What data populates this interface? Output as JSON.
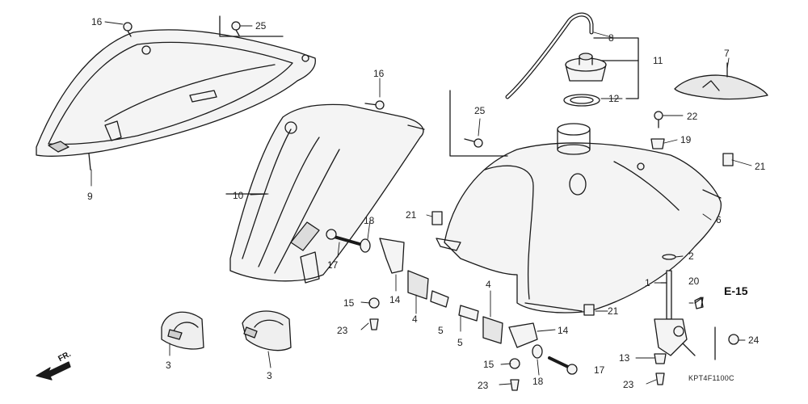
{
  "diagram": {
    "ref_label": "E-15",
    "drawing_code": "KPT4F1100C",
    "direction_label": "FR.",
    "callouts": {
      "c1": "1",
      "c2": "2",
      "c3a": "3",
      "c3b": "3",
      "c4a": "4",
      "c4b": "4",
      "c5a": "5",
      "c5b": "5",
      "c6": "6",
      "c7": "7",
      "c8": "8",
      "c9": "9",
      "c10": "10",
      "c11": "11",
      "c12": "12",
      "c13": "13",
      "c14a": "14",
      "c14b": "14",
      "c15a": "15",
      "c15b": "15",
      "c16a": "16",
      "c16b": "16",
      "c17a": "17",
      "c17b": "17",
      "c18a": "18",
      "c18b": "18",
      "c19": "19",
      "c20": "20",
      "c21a": "21",
      "c21b": "21",
      "c21c": "21",
      "c22": "22",
      "c23a": "23",
      "c23b": "23",
      "c23c": "23",
      "c24": "24",
      "c25a": "25",
      "c25b": "25"
    }
  }
}
